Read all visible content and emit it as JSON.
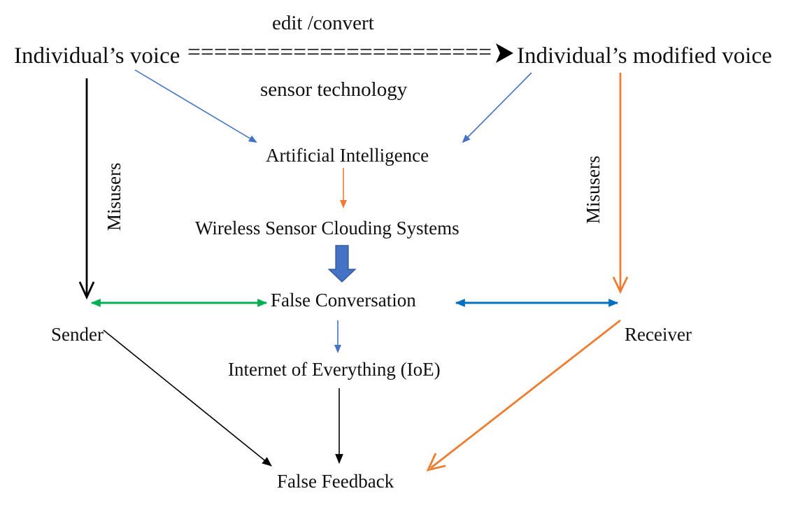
{
  "nodes": {
    "individual_voice": "Individual’s voice",
    "modified_voice": "Individual’s modified voice",
    "equals_arrow": "=======================",
    "edit_convert": "edit /convert",
    "sensor_technology": "sensor technology",
    "artificial_intelligence": "Artificial Intelligence",
    "wireless_sensor": "Wireless Sensor Clouding Systems",
    "false_conversation": "False Conversation",
    "sender": "Sender",
    "receiver": "Receiver",
    "internet_of_everything": "Internet of Everything (IoE)",
    "false_feedback": "False Feedback",
    "misusers_left": "Misusers",
    "misusers_right": "Misusers"
  },
  "colors": {
    "text": "#111111",
    "blue_light": "#4472c4",
    "blue_dark": "#0070c0",
    "orange": "#ed7d31",
    "green": "#00b050",
    "black": "#000000"
  }
}
